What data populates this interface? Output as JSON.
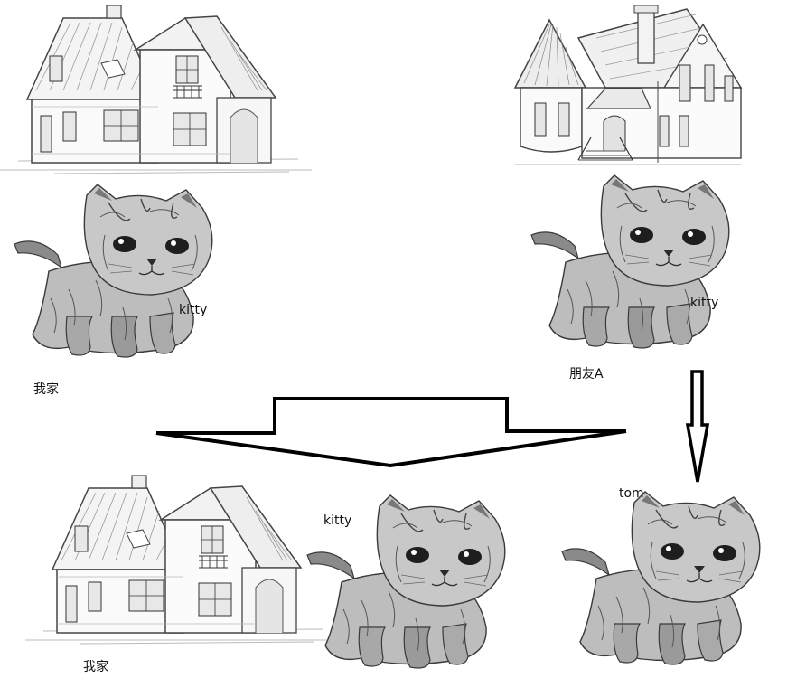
{
  "diagram": {
    "before": {
      "my_home": {
        "caption": "我家",
        "cat_name": "kitty"
      },
      "friend_a": {
        "caption": "朋友A",
        "cat_name": "kitty"
      }
    },
    "after": {
      "my_home": {
        "caption": "我家"
      },
      "cat_1": {
        "name": "kitty"
      },
      "cat_2": {
        "name": "tom"
      }
    }
  },
  "colors": {
    "ink": "#111111",
    "sketch": "#555555",
    "fur_dark": "#3a3a3a",
    "fur_light": "#9a9a9a"
  },
  "icons": [
    "house-illustration",
    "turret-house-illustration",
    "kitten-illustration",
    "merge-arrow",
    "down-arrow"
  ]
}
